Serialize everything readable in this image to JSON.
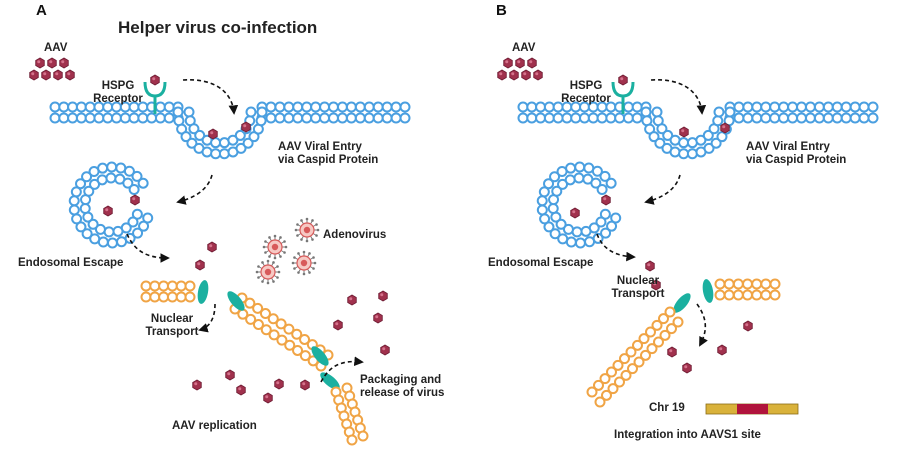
{
  "panels": [
    {
      "letter": "A",
      "title": "Helper virus co-infection",
      "aav": "AAV",
      "receptor_line1": "HSPG",
      "receptor_line2": "Receptor",
      "entry_line1": "AAV Viral Entry",
      "entry_line2": "via Caspid Protein",
      "endosomal": "Endosomal Escape",
      "adenovirus": "Adenovirus",
      "nuclear_line1": "Nuclear",
      "nuclear_line2": "Transport",
      "packaging_line1": "Packaging and",
      "packaging_line2": "release of virus",
      "replication": "AAV replication"
    },
    {
      "letter": "B",
      "aav": "AAV",
      "receptor_line1": "HSPG",
      "receptor_line2": "Receptor",
      "entry_line1": "AAV Viral Entry",
      "entry_line2": "via Caspid Protein",
      "endosomal": "Endosomal Escape",
      "nuclear_line1": "Nuclear",
      "nuclear_line2": "Transport",
      "chromosome": "Chr 19",
      "integration": "Integration into AAVS1 site"
    }
  ],
  "colors": {
    "membrane": "#4a9fe0",
    "nuclear_pore": "#1bb0a0",
    "dna": "#f0a445",
    "aav_particle": "#a0314d",
    "adenovirus": "#d85a5a",
    "chromosome": "#d9b23b",
    "aavs1_site": "#b0143c"
  }
}
